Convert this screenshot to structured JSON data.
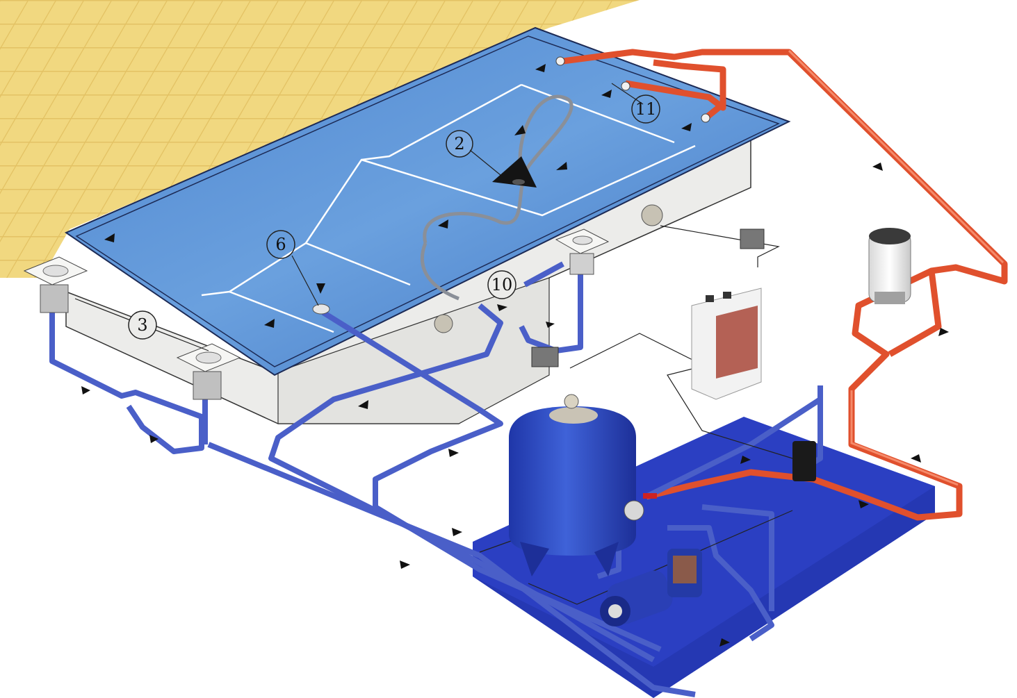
{
  "diagram": {
    "callouts": [
      {
        "id": "callout-2",
        "label": "2"
      },
      {
        "id": "callout-3",
        "label": "3"
      },
      {
        "id": "callout-6",
        "label": "6"
      },
      {
        "id": "callout-10",
        "label": "10"
      },
      {
        "id": "callout-11",
        "label": "11"
      }
    ],
    "colors": {
      "deck_tile": "#f0d77e",
      "pool_water": "#5b92d4",
      "pool_wall": "#e8e8e4",
      "suction_pipe": "#4a5fc8",
      "return_pipe": "#e0502d",
      "equipment_floor": "#2b3fc2",
      "filter_tank": "#2f4ec8"
    },
    "components": [
      "pool-basin",
      "tiled-deck",
      "skimmer",
      "main-drain",
      "pool-cleaner",
      "return-inlet",
      "sand-filter",
      "pump",
      "heater",
      "control-panel",
      "chlorinator",
      "junction-box"
    ]
  }
}
